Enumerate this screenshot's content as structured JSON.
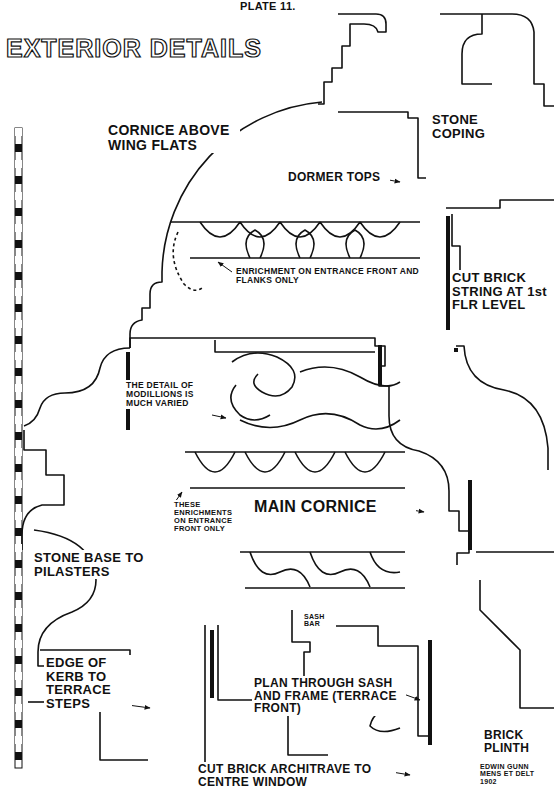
{
  "diagram": {
    "title": "EXTERIOR DETAILS",
    "labels": [
      "PLATE 11.",
      "CORNICE ABOVE WING FLATS",
      "DORMER TOPS",
      "STONE COPING",
      "ENRICHMENT ON ENTRANCE FRONT AND FLANKS ONLY",
      "CUT BRICK STRING AT 1st FLR LEVEL",
      "THE DETAIL OF MODILLIONS IS MUCH VARIED",
      "MAIN CORNICE",
      "THESE ENRICHMENTS ON ENTRANCE FRONT ONLY",
      "STONE BASE TO PILASTERS",
      "SASH BAR",
      "EDGE OF KERB TO TERRACE STEPS",
      "PLAN THROUGH SASH AND FRAME (TERRACE FRONT)",
      "BRICK PLINTH",
      "EDWIN GUNN MENS ET DELT 1902",
      "CUT BRICK ARCHITRAVE TO CENTRE WINDOW"
    ]
  }
}
